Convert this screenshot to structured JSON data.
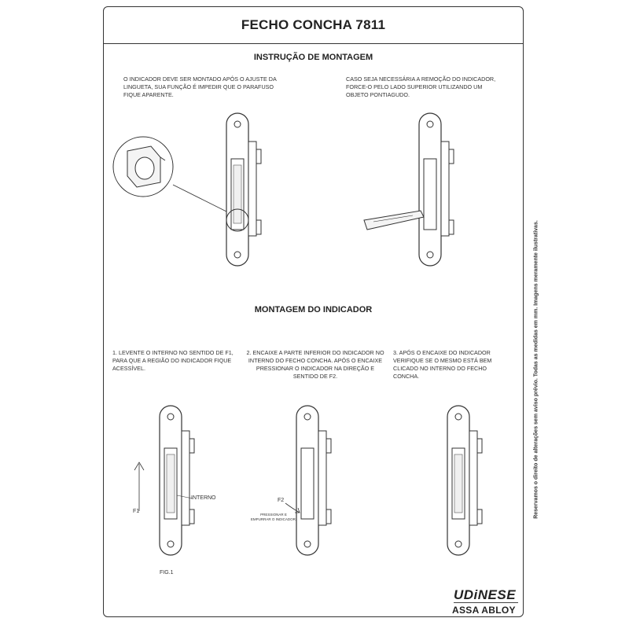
{
  "title": "FECHO CONCHA 7811",
  "section1": {
    "heading": "INSTRUÇÃO DE MONTAGEM",
    "left_text": "O INDICADOR DEVE SER MONTADO APÓS O AJUSTE DA LINGUETA, SUA FUNÇÃO É IMPEDIR QUE O PARAFUSO FIQUE APARENTE.",
    "right_text": "CASO SEJA NECESSÁRIA A REMOÇÃO DO INDICADOR, FORCE-O PELO LADO SUPERIOR UTILIZANDO UM OBJETO PONTIAGUDO."
  },
  "section2": {
    "heading": "MONTAGEM DO INDICADOR",
    "step1": "1. LEVENTE O INTERNO NO SENTIDO DE F1, PARA QUE A REGIÃO DO INDICADOR FIQUE ACESSÍVEL.",
    "step2": "2. ENCAIXE A PARTE INFERIOR DO INDICADOR NO INTERNO DO FECHO CONCHA. APÓS O ENCAIXE PRESSIONAR O INDICADOR NA DIREÇÃO E SENTIDO DE F2.",
    "step3": "3. APÓS O ENCAIXE DO INDICADOR VERIFIQUE SE O MESMO  ESTÁ BEM CLICADO NO INTERNO DO FECHO CONCHA.",
    "label_interno": "INTERNO",
    "label_f1": "F1",
    "label_f2": "F2",
    "label_pressionar": "PRESSIONAR E EMPURRAR O INDICADOR.",
    "fig_label": "FIG.1"
  },
  "side_note": "Reservamos o direito de alterações sem aviso prévio. Todas as medidas em mm. Imagens meramente ilustrativas.",
  "brand": {
    "name": "UDiNESE",
    "parent": "ASSA ABLOY"
  }
}
